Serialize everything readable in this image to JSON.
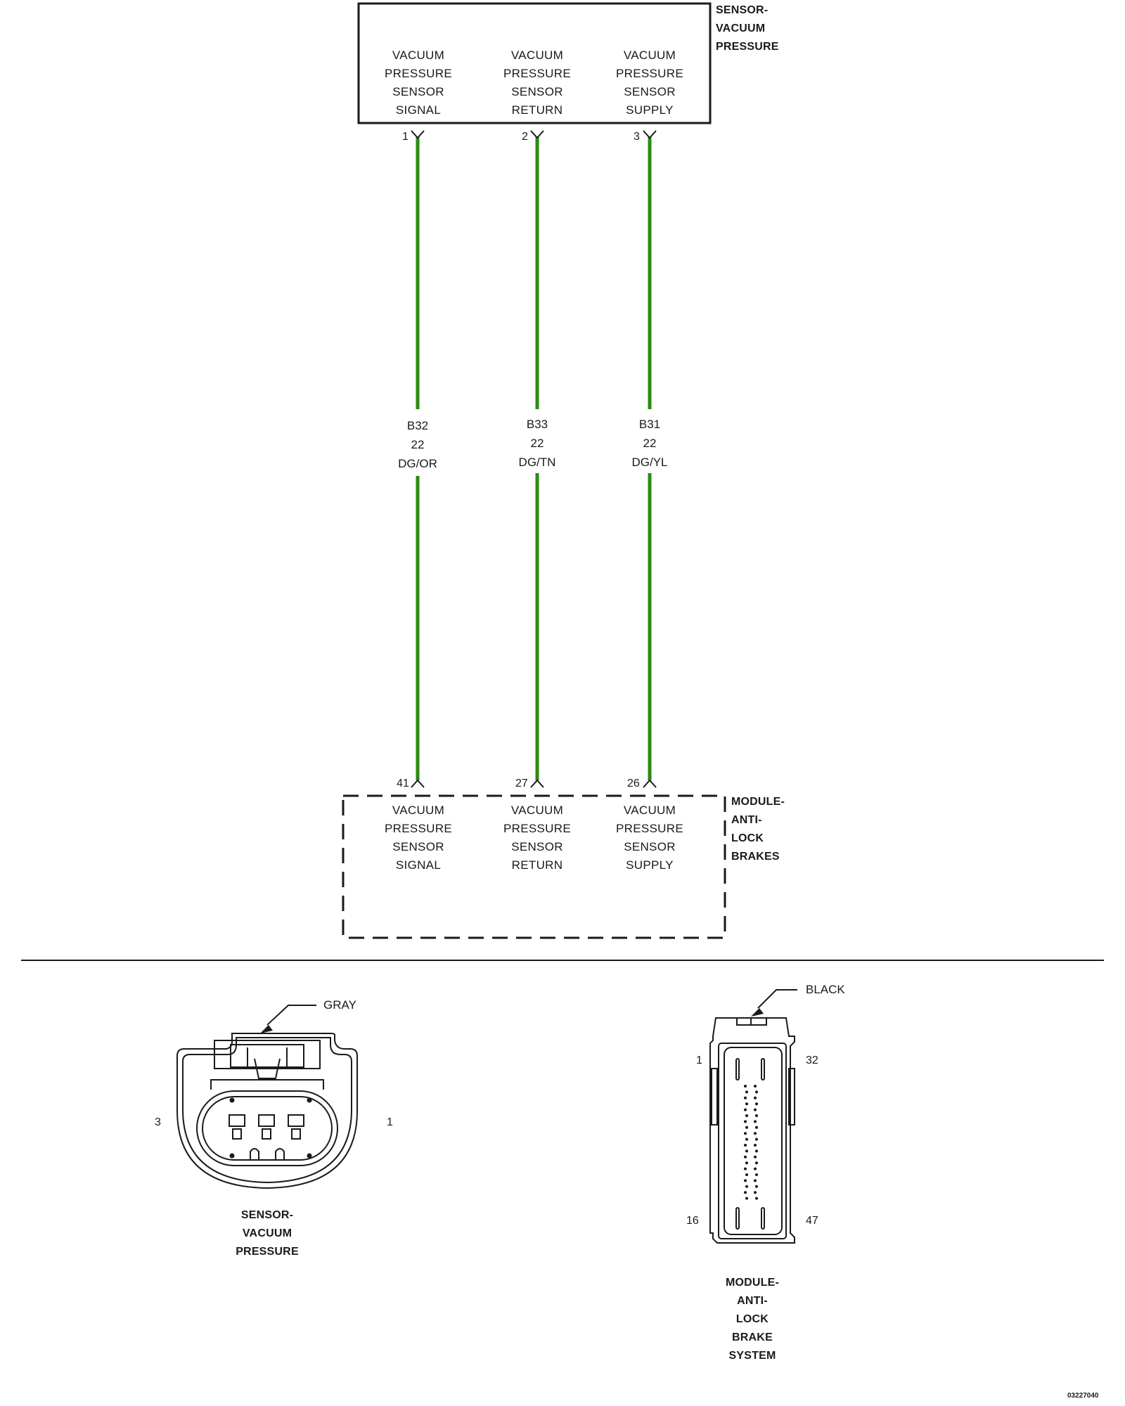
{
  "sensor_component": {
    "name_lines": [
      "SENSOR-",
      "VACUUM",
      "PRESSURE"
    ],
    "pins": [
      {
        "number": "1",
        "lines": [
          "VACUUM",
          "PRESSURE",
          "SENSOR",
          "SIGNAL"
        ]
      },
      {
        "number": "2",
        "lines": [
          "VACUUM",
          "PRESSURE",
          "SENSOR",
          "RETURN"
        ]
      },
      {
        "number": "3",
        "lines": [
          "VACUUM",
          "PRESSURE",
          "SENSOR",
          "SUPPLY"
        ]
      }
    ]
  },
  "wires": [
    {
      "circuit": "B32",
      "gauge": "22",
      "color_code": "DG/OR"
    },
    {
      "circuit": "B33",
      "gauge": "22",
      "color_code": "DG/TN"
    },
    {
      "circuit": "B31",
      "gauge": "22",
      "color_code": "DG/YL"
    }
  ],
  "module_component": {
    "name_lines": [
      "MODULE-",
      "ANTI-",
      "LOCK",
      "BRAKES"
    ],
    "pins": [
      {
        "number": "41",
        "lines": [
          "VACUUM",
          "PRESSURE",
          "SENSOR",
          "SIGNAL"
        ]
      },
      {
        "number": "27",
        "lines": [
          "VACUUM",
          "PRESSURE",
          "SENSOR",
          "RETURN"
        ]
      },
      {
        "number": "26",
        "lines": [
          "VACUUM",
          "PRESSURE",
          "SENSOR",
          "SUPPLY"
        ]
      }
    ]
  },
  "sensor_connector": {
    "color_label": "GRAY",
    "left_pin": "3",
    "right_pin": "1",
    "name_lines": [
      "SENSOR-",
      "VACUUM",
      "PRESSURE"
    ]
  },
  "module_connector": {
    "color_label": "BLACK",
    "top_left_pin": "1",
    "top_right_pin": "32",
    "bottom_left_pin": "16",
    "bottom_right_pin": "47",
    "name_lines": [
      "MODULE-",
      "ANTI-",
      "LOCK",
      "BRAKE",
      "SYSTEM"
    ]
  },
  "figure_id": "03227040",
  "colors": {
    "wire": "#2e8a12",
    "line": "#1a1a1a"
  }
}
